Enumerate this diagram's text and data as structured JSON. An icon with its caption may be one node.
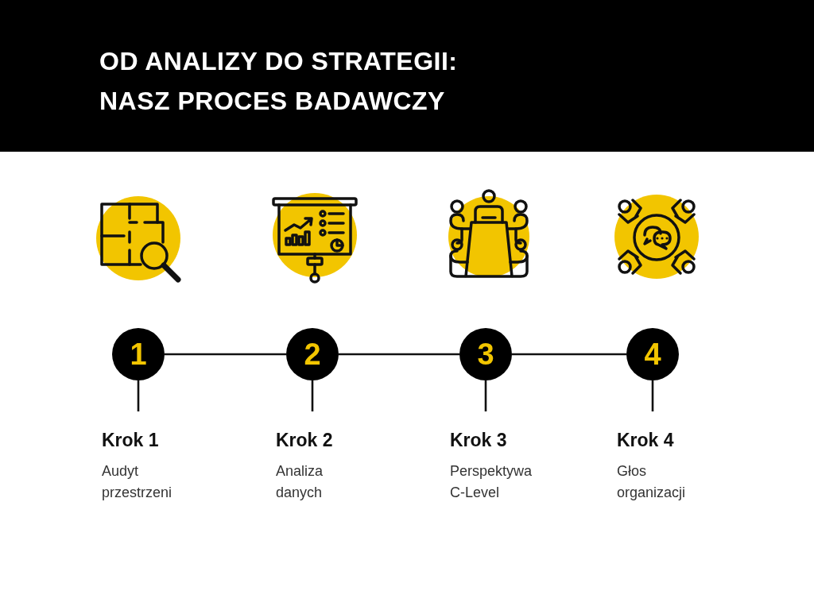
{
  "diagram": {
    "title": "OD ANALIZY DO STRATEGII: NASZ PROCES BADAWCZY",
    "nodes": [
      {
        "text": [
          "1"
        ]
      },
      {
        "text": [
          "2"
        ]
      },
      {
        "text": [
          "3"
        ]
      },
      {
        "text": [
          "4"
        ]
      },
      {
        "text": [
          "Krok 1",
          "Audyt przestrzeni"
        ]
      },
      {
        "text": [
          "Krok 2",
          "Analiza danych"
        ]
      },
      {
        "text": [
          "Krok 3",
          "Perspektywa C-Level"
        ]
      },
      {
        "text": [
          "Krok 4",
          "Głos organizacji"
        ]
      }
    ],
    "edges": [
      {
        "from": 0,
        "to": 1,
        "arrow": "none"
      },
      {
        "from": 1,
        "to": 2,
        "arrow": "none"
      },
      {
        "from": 2,
        "to": 3,
        "arrow": "none"
      },
      {
        "from": 0,
        "to": 4,
        "arrow": "none"
      },
      {
        "from": 1,
        "to": 5,
        "arrow": "none"
      },
      {
        "from": 2,
        "to": 6,
        "arrow": "none"
      },
      {
        "from": 3,
        "to": 7,
        "arrow": "none"
      }
    ]
  }
}
